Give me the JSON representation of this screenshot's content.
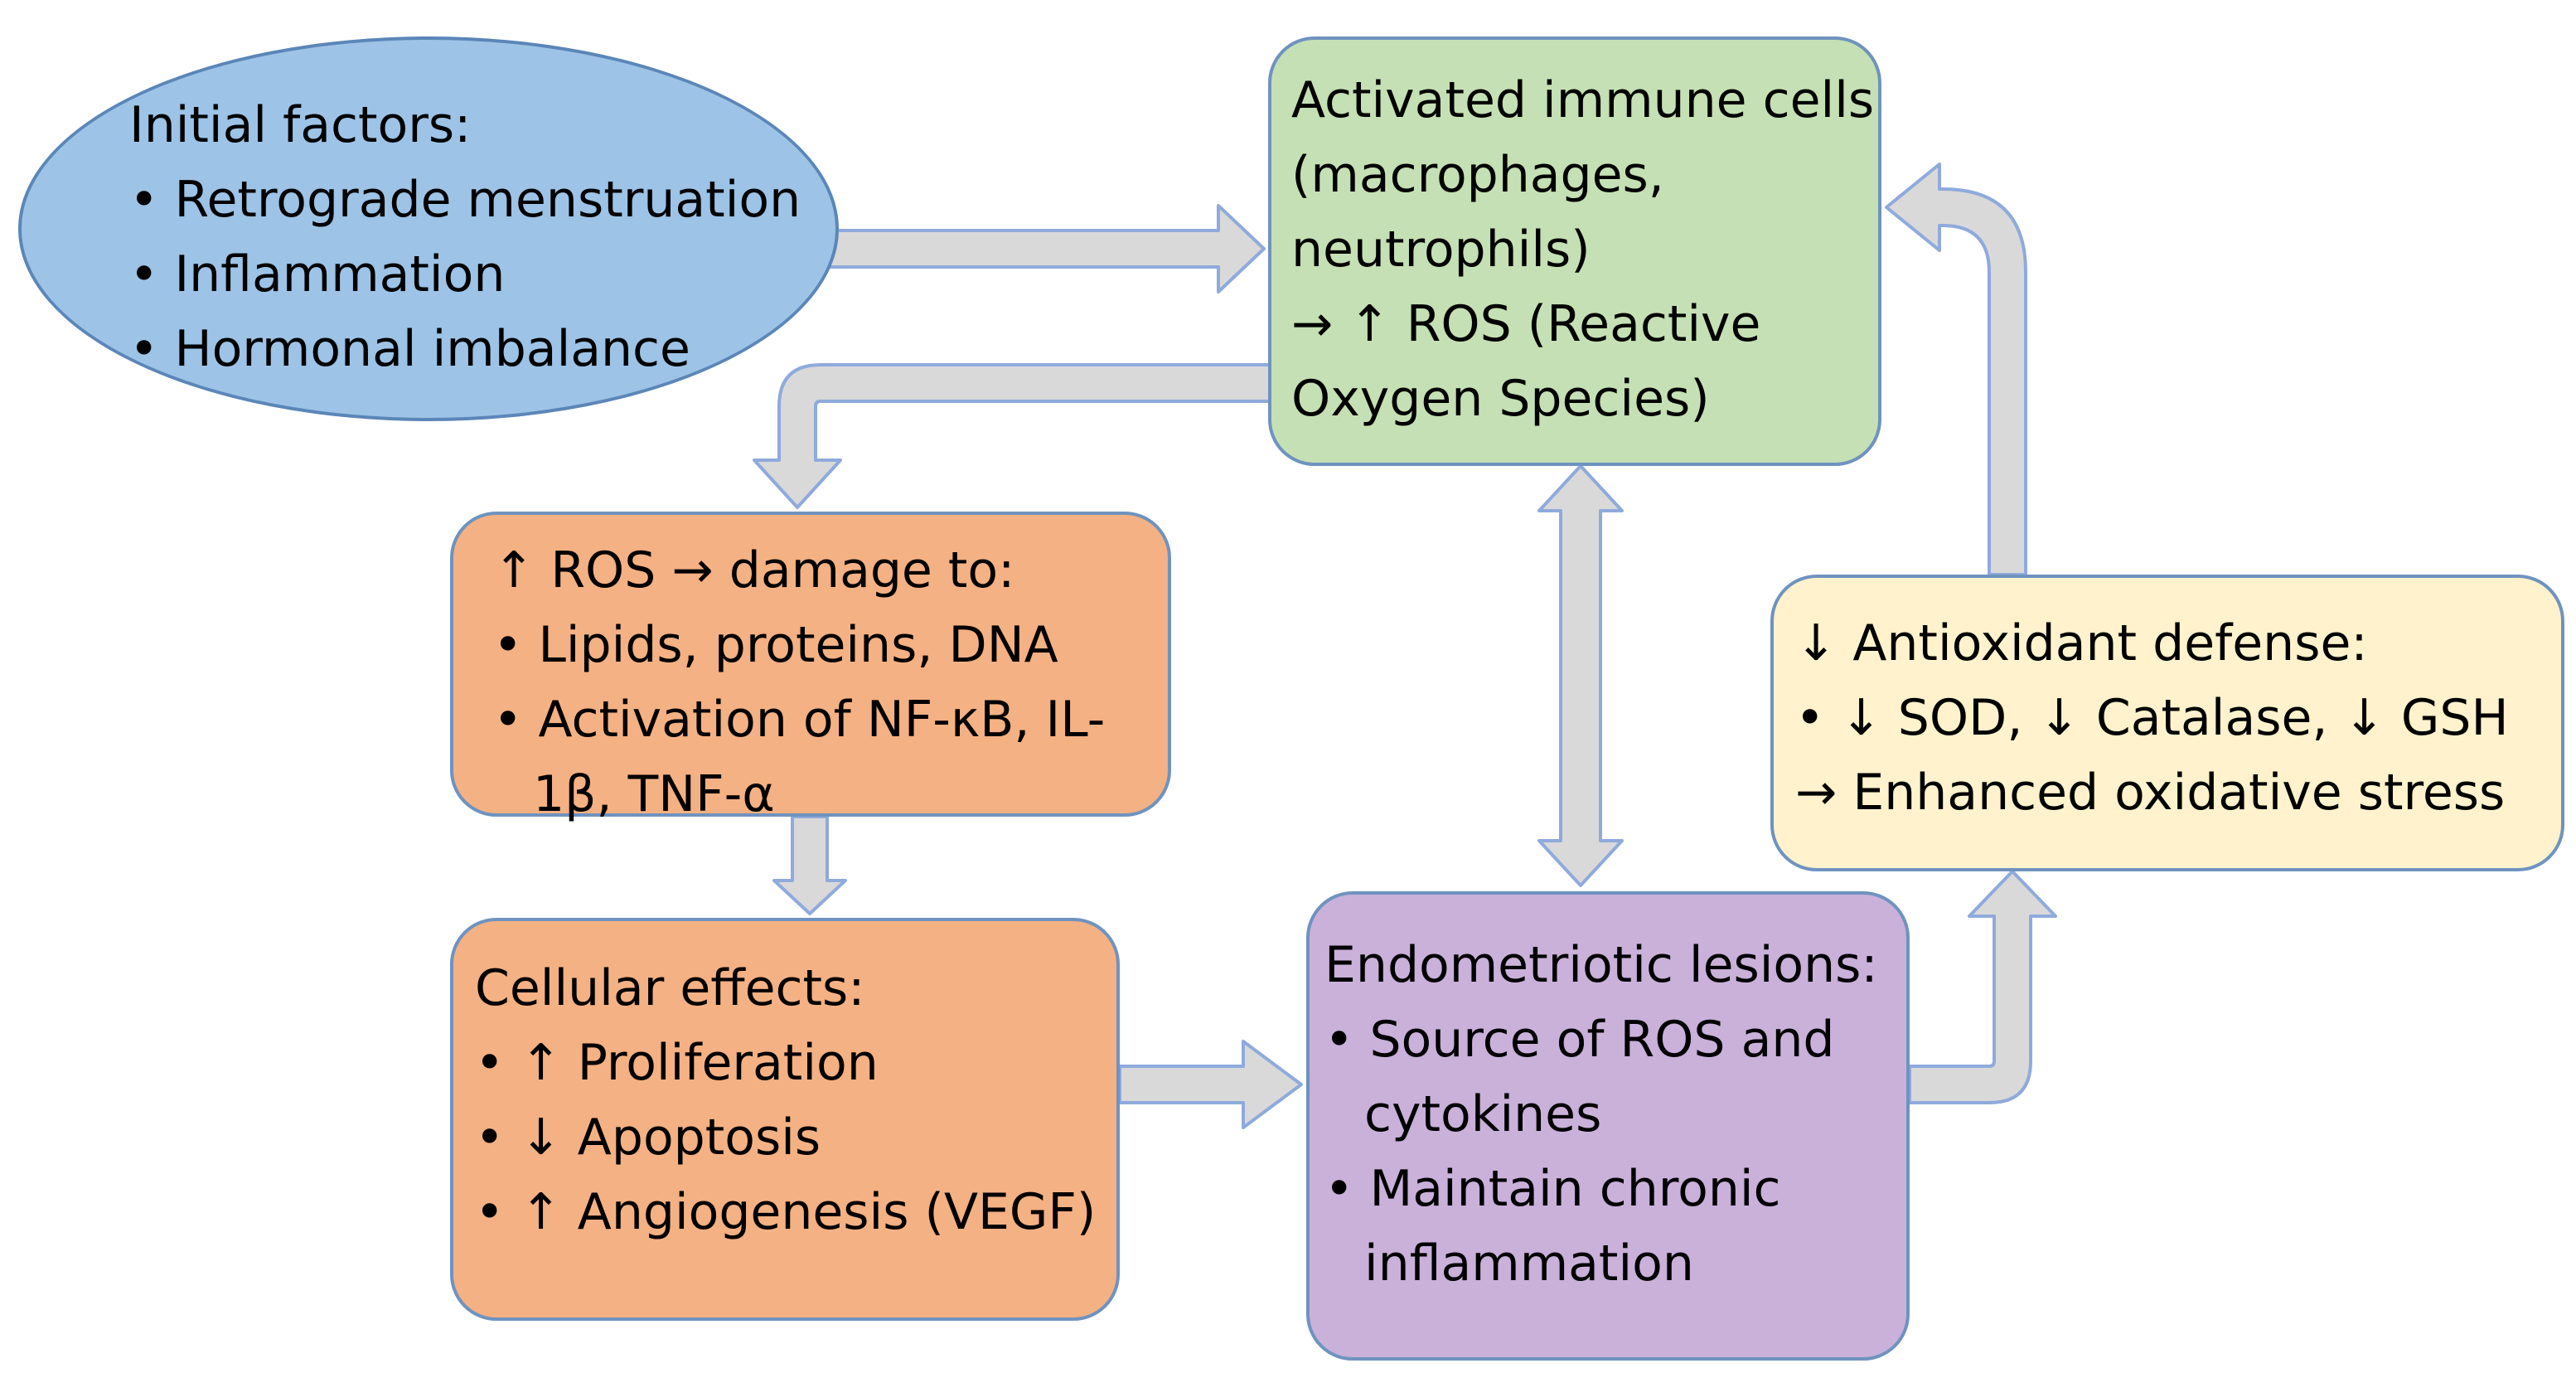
{
  "nodes": {
    "initial": {
      "title": "Initial factors:",
      "items": [
        "• Retrograde menstruation",
        "• Inflammation",
        "• Hormonal imbalance"
      ]
    },
    "immune": {
      "lines": [
        "Activated immune cells",
        "(macrophages,",
        "neutrophils)",
        "→ ↑ ROS (Reactive",
        "Oxygen Species)"
      ]
    },
    "ros_damage": {
      "title": "↑ ROS → damage to:",
      "items": [
        "• Lipids, proteins, DNA",
        "• Activation of NF-κB, IL-1β, TNF-α"
      ]
    },
    "cellular": {
      "title": "Cellular effects:",
      "items": [
        "• ↑ Proliferation",
        "• ↓ Apoptosis",
        "• ↑ Angiogenesis (VEGF)"
      ]
    },
    "lesions": {
      "title": "Endometriotic lesions:",
      "items": [
        "• Source of ROS and cytokines",
        "• Maintain chronic inflammation"
      ]
    },
    "antioxidant": {
      "title": "↓ Antioxidant defense:",
      "items": [
        "• ↓ SOD, ↓ Catalase, ↓ GSH",
        "→ Enhanced oxidative stress"
      ]
    }
  },
  "colors": {
    "initial": "#9dc3e6",
    "immune": "#c5e0b4",
    "ros_damage": "#f4b183",
    "cellular": "#f4b183",
    "lesions": "#c9b1da",
    "antioxidant": "#fff2cc",
    "arrow_fill": "#d9d9d9",
    "arrow_stroke": "#8faadc"
  }
}
